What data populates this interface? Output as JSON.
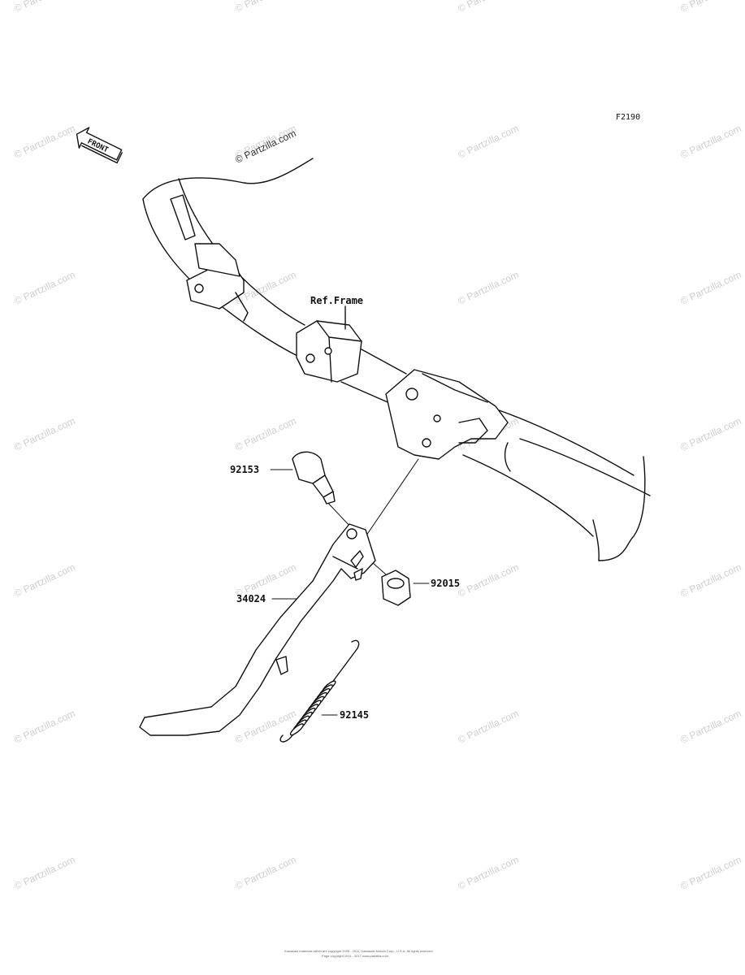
{
  "diagram_code": "F2190",
  "front_label": "FRONT",
  "ref_frame_label": "Ref.Frame",
  "watermark_text": "© Partzilla.com",
  "parts": [
    {
      "number": "92153"
    },
    {
      "number": "34024"
    },
    {
      "number": "92015"
    },
    {
      "number": "92145"
    }
  ],
  "footer": {
    "line1": "Kawasaki materials within are copyright 1995 - 2011, Kawasaki Motors Corp., U.S.A. All rights reserved.",
    "line2": "Page copyright 2011 - 2017 www.partzilla.com"
  }
}
